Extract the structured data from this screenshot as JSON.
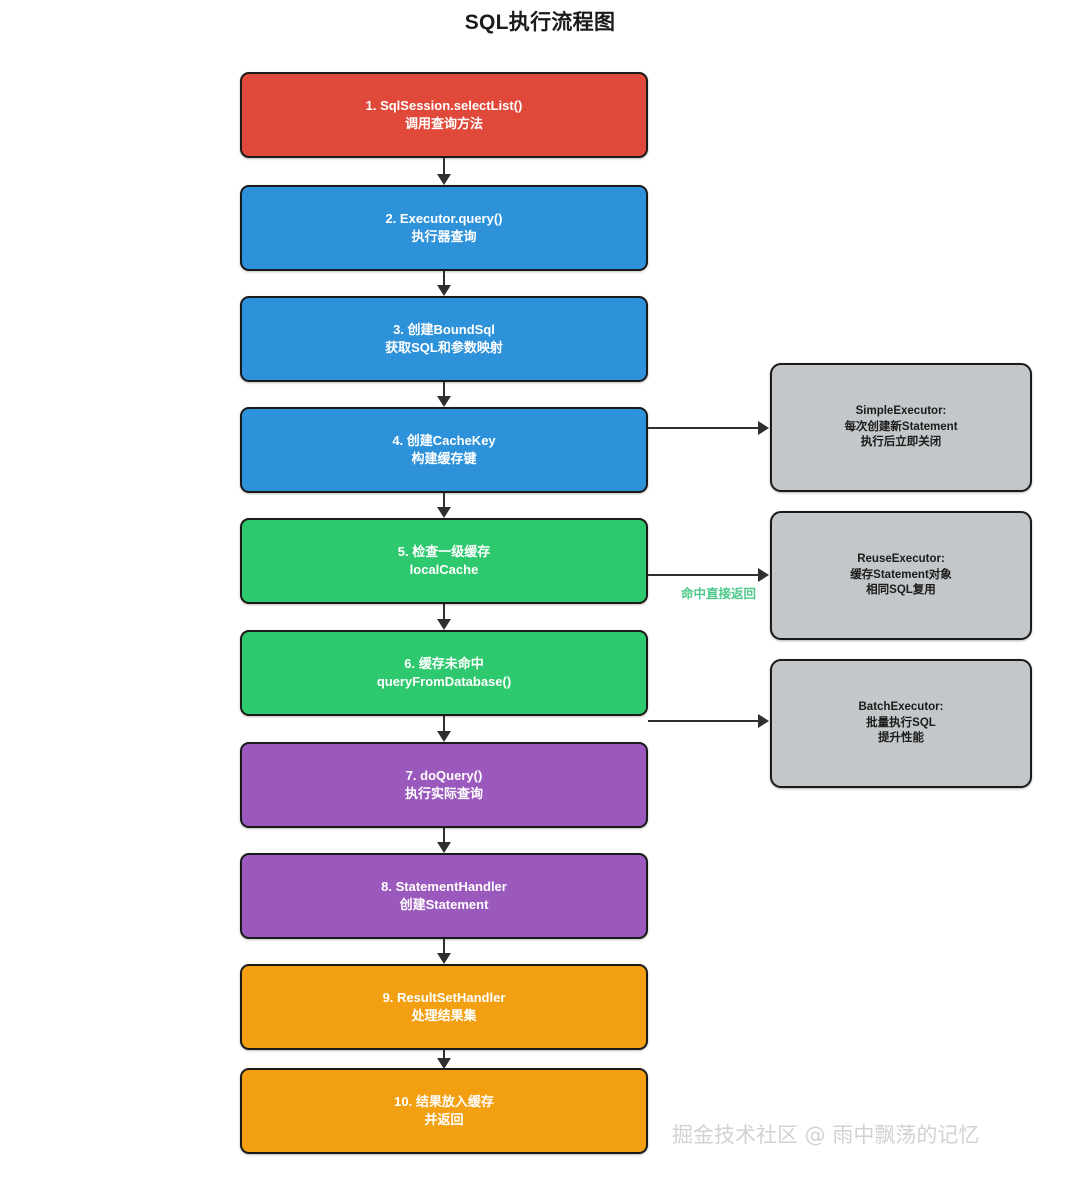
{
  "diagram": {
    "title": "SQL执行流程图",
    "type": "flowchart",
    "watermark": "掘金技术社区 @ 雨中飘荡的记忆",
    "colors": {
      "red": "#e0483a",
      "blue": "#2e92da",
      "green": "#2ec86e",
      "purple": "#9b59be",
      "orange": "#f2a011",
      "gray": "#c3c7c9",
      "edge": "#2f2f2f",
      "edge_label_green": "#4ec98b",
      "node_text": "#ffffff",
      "side_text": "#1b1b1b"
    }
  },
  "main_flow": [
    {
      "id": "step-1",
      "line1": "1. SqlSession.selectList()",
      "line2": "调用查询方法",
      "color": "#e0483a"
    },
    {
      "id": "step-2",
      "line1": "2. Executor.query()",
      "line2": "执行器查询",
      "color": "#2e92da"
    },
    {
      "id": "step-3",
      "line1": "3. 创建BoundSql",
      "line2": "获取SQL和参数映射",
      "color": "#2e92da"
    },
    {
      "id": "step-4",
      "line1": "4. 创建CacheKey",
      "line2": "构建缓存键",
      "color": "#2e92da"
    },
    {
      "id": "step-5",
      "line1": "5. 检查一级缓存",
      "line2": "localCache",
      "color": "#2ec86e"
    },
    {
      "id": "step-6",
      "line1": "6. 缓存未命中",
      "line2": "queryFromDatabase()",
      "color": "#2ec86e"
    },
    {
      "id": "step-7",
      "line1": "7. doQuery()",
      "line2": "执行实际查询",
      "color": "#9b59be"
    },
    {
      "id": "step-8",
      "line1": "8. StatementHandler",
      "line2": "创建Statement",
      "color": "#9b59be"
    },
    {
      "id": "step-9",
      "line1": "9. ResultSetHandler",
      "line2": "处理结果集",
      "color": "#f2a011"
    },
    {
      "id": "step-10",
      "line1": "10. 结果放入缓存",
      "line2": "并返回",
      "color": "#f2a011"
    }
  ],
  "side_notes": [
    {
      "id": "note-simple-executor",
      "line1": "SimpleExecutor:",
      "line2": "每次创建新Statement",
      "line3": "执行后立即关闭"
    },
    {
      "id": "note-reuse-executor",
      "line1": "ReuseExecutor:",
      "line2": "缓存Statement对象",
      "line3": "相同SQL复用"
    },
    {
      "id": "note-batch-executor",
      "line1": "BatchExecutor:",
      "line2": "批量执行SQL",
      "line3": "提升性能"
    }
  ],
  "edge_labels": {
    "cache_hit": "命中直接返回"
  }
}
